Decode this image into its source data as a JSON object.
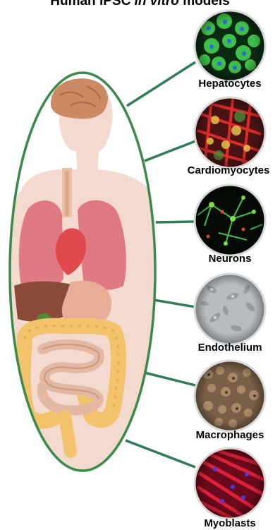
{
  "title": {
    "main": "Human iPSC",
    "italic": "in vitro",
    "tail": "models"
  },
  "cells": [
    {
      "label": "Hepatocytes",
      "style": "hepatocytes"
    },
    {
      "label": "Cardiomyocytes",
      "style": "cardiomyocytes"
    },
    {
      "label": "Neurons",
      "style": "neurons"
    },
    {
      "label": "Endothelium",
      "style": "endothelium"
    },
    {
      "label": "Macrophages",
      "style": "macrophages"
    },
    {
      "label": "Myoblasts",
      "style": "myoblasts"
    }
  ],
  "colors": {
    "outline": "#3a8a4a",
    "connector": "#2e7d55",
    "body": "#f3d9ce"
  }
}
